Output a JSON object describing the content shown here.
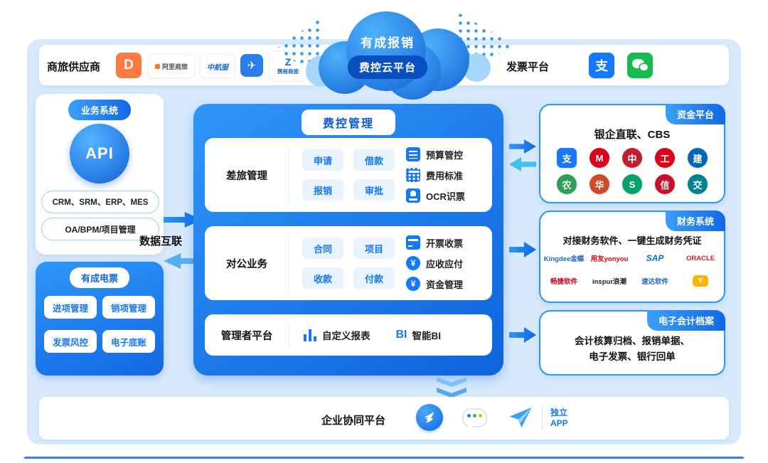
{
  "colors": {
    "primary": "#1677ff",
    "deep_blue": "#0a4fc0",
    "panel": "#d7e9fb",
    "didi_orange": "#ff7a45",
    "airline_blue": "#2b7de9",
    "alipay_blue": "#1677ff",
    "wechat_green": "#15bb4f"
  },
  "header": {
    "suppliers_label": "商旅供应商",
    "invoice_label": "发票平台",
    "cloud_line1": "有成报销",
    "cloud_line2": "费控云平台",
    "suppliers": [
      {
        "name": "didi",
        "glyph": "D",
        "bg": "#ff7a45"
      },
      {
        "name": "ali-business",
        "text": "阿里商旅"
      },
      {
        "name": "air-service",
        "text": "中航服"
      },
      {
        "name": "airline",
        "glyph": "✈",
        "bg": "#2b7de9"
      },
      {
        "name": "ctrip-business",
        "glyph": "Z",
        "text": "携程商旅"
      }
    ],
    "invoice_platforms": [
      {
        "name": "alipay",
        "glyph": "支",
        "bg": "#1677ff"
      },
      {
        "name": "wechat",
        "bg": "#15bb4f"
      }
    ]
  },
  "left": {
    "business_label": "业务系统",
    "api_label": "API",
    "pills": [
      "CRM、SRM、ERP、MES",
      "OA/BPM/项目管理"
    ],
    "einvoice_label": "有成电票",
    "einvoice_items": [
      "进项管理",
      "销项管理",
      "发票风控",
      "电子底账"
    ]
  },
  "data_link_label": "数据互联",
  "center": {
    "title": "费控管理",
    "rows": [
      {
        "label": "差旅管理",
        "buttons": [
          "申请",
          "借款",
          "报销",
          "审批"
        ],
        "features": [
          "预算管控",
          "费用标准",
          "OCR识票"
        ]
      },
      {
        "label": "对公业务",
        "buttons": [
          "合同",
          "项目",
          "收款",
          "付款"
        ],
        "features": [
          "开票收票",
          "应收应付",
          "资金管理"
        ]
      },
      {
        "label": "管理者平台",
        "report_label": "自定义报表",
        "bi_glyph": "BI",
        "bi_label": "智能BI"
      }
    ]
  },
  "right": {
    "fund": {
      "label": "资金平台",
      "subtitle": "银企直联、CBS",
      "banks": [
        {
          "glyph": "支",
          "bg": "#1677ff"
        },
        {
          "glyph": "M",
          "bg": "#d9001b"
        },
        {
          "glyph": "中",
          "bg": "#c01f2f"
        },
        {
          "glyph": "工",
          "bg": "#d9001b"
        },
        {
          "glyph": "建",
          "bg": "#0066b3"
        },
        {
          "glyph": "农",
          "bg": "#2e9e5b"
        },
        {
          "glyph": "华",
          "bg": "#d04a2a"
        },
        {
          "glyph": "S",
          "bg": "#00a26a"
        },
        {
          "glyph": "信",
          "bg": "#c8102e"
        },
        {
          "glyph": "交",
          "bg": "#00818f"
        }
      ]
    },
    "finance": {
      "label": "财务系统",
      "subtitle": "对接财务软件、一键生成财务凭证",
      "logos": [
        {
          "text": "Kingdee金蝶",
          "color": "#1f6bb8"
        },
        {
          "text": "用友yonyou",
          "color": "#e60012"
        },
        {
          "text": "SAP",
          "color": "#0a6ed1"
        },
        {
          "text": "ORACLE",
          "color": "#ea1b22"
        },
        {
          "text": "畅捷软件",
          "color": "#d6001c"
        },
        {
          "text": "inspur浪潮",
          "color": "#222222"
        },
        {
          "text": "速达软件",
          "color": "#1f6bb8"
        },
        {
          "text": "Y",
          "color": "#ffb400"
        }
      ]
    },
    "archive": {
      "label": "电子会计档案",
      "line1": "会计核算归档、报销单据、",
      "line2": "电子发票、银行回单"
    }
  },
  "footer": {
    "label": "企业协同平台",
    "app_line1": "独立",
    "app_line2": "APP"
  }
}
